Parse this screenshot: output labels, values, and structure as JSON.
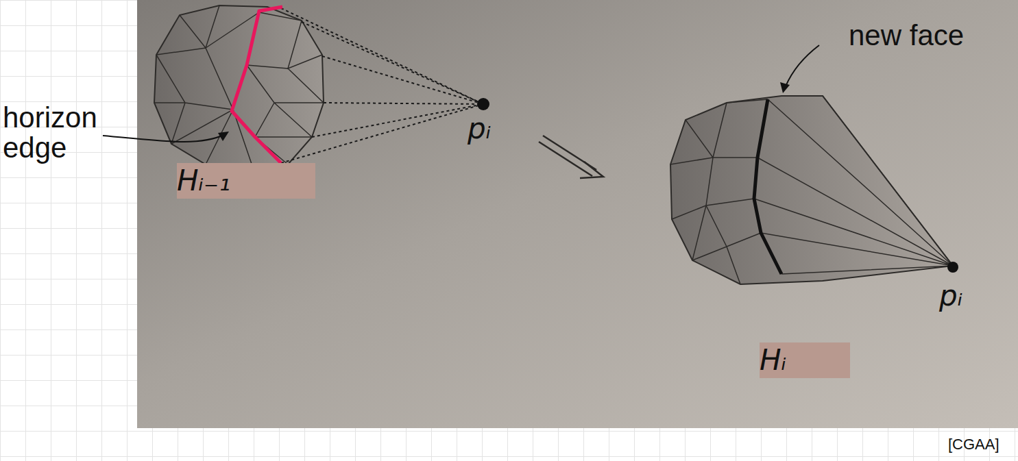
{
  "diagram": {
    "labels": [
      "horizon edge",
      "pᵢ",
      "Hᵢ₋₁",
      "new face",
      "pᵢ",
      "Hᵢ",
      "[CGAA]"
    ]
  }
}
